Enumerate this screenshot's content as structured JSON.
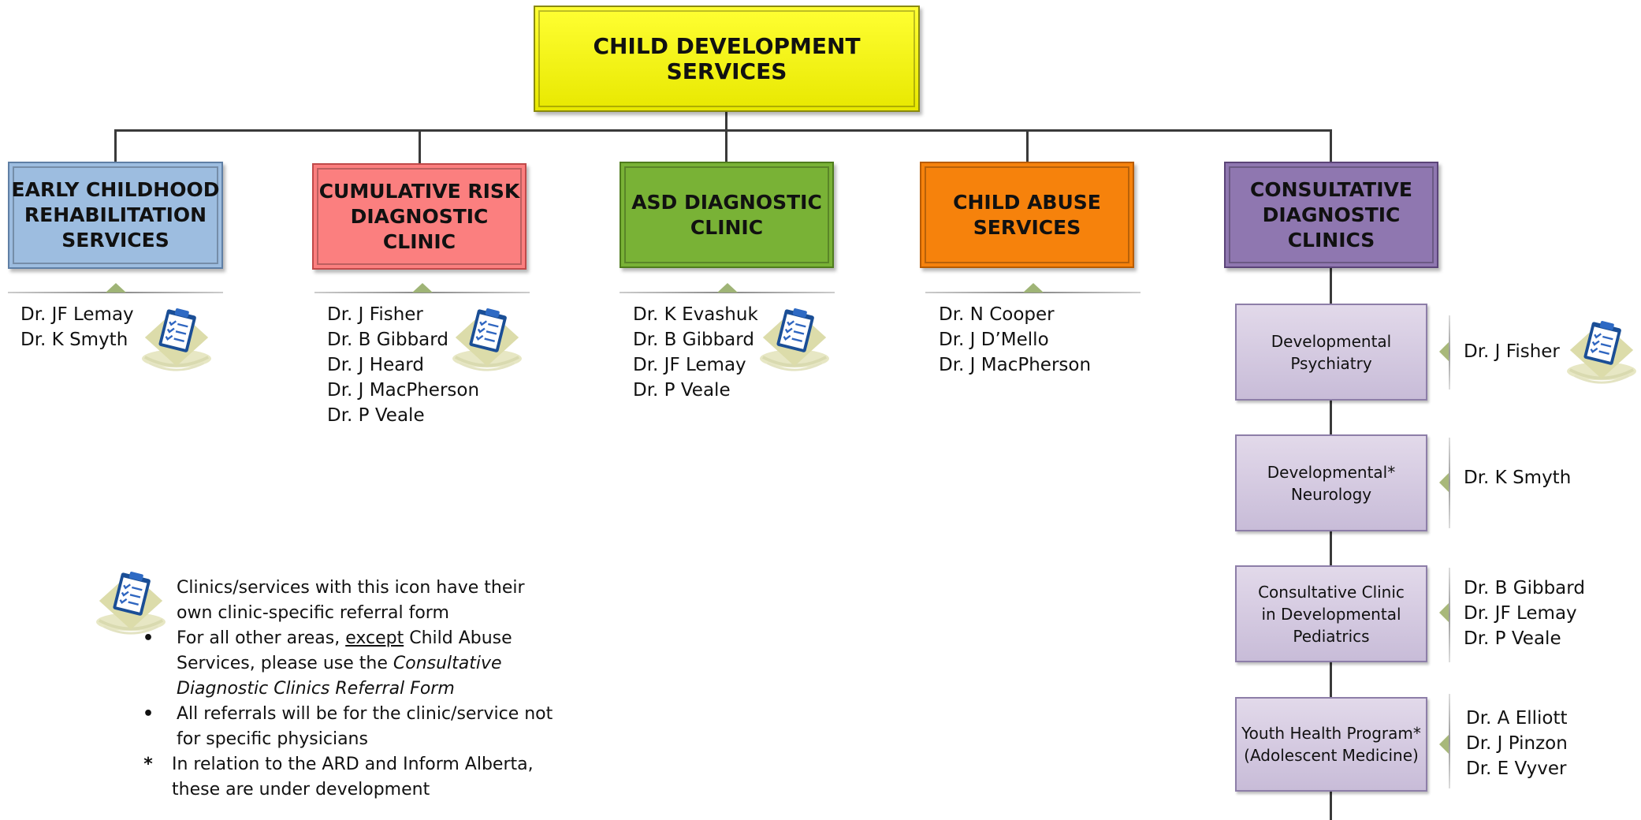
{
  "top": {
    "title": "CHILD DEVELOPMENT SERVICES"
  },
  "departments": [
    {
      "title": "EARLY CHILDHOOD\nREHABILITATION\nSERVICES",
      "physicians": [
        "Dr. JF Lemay",
        "Dr. K Smyth"
      ],
      "has_referral_icon": true,
      "color": "#9dbde0"
    },
    {
      "title": "CUMULATIVE RISK\nDIAGNOSTIC CLINIC",
      "physicians": [
        "Dr. J Fisher",
        "Dr. B Gibbard",
        "Dr. J Heard",
        "Dr. J MacPherson",
        "Dr. P Veale"
      ],
      "has_referral_icon": true,
      "color": "#fb7f7f"
    },
    {
      "title": "ASD DIAGNOSTIC\nCLINIC",
      "physicians": [
        "Dr. K Evashuk",
        "Dr. B Gibbard",
        "Dr. JF Lemay",
        "Dr. P Veale"
      ],
      "has_referral_icon": true,
      "color": "#79b236"
    },
    {
      "title": "CHILD ABUSE\nSERVICES",
      "physicians": [
        "Dr. N Cooper",
        "Dr. J D’Mello",
        "Dr. J MacPherson"
      ],
      "has_referral_icon": false,
      "color": "#f6820c"
    },
    {
      "title": "CONSULTATIVE\nDIAGNOSTIC CLINICS",
      "color": "#8f77b0"
    }
  ],
  "clinics": [
    {
      "title": "Developmental\nPsychiatry",
      "physicians": [
        "Dr. J Fisher"
      ],
      "has_referral_icon": true
    },
    {
      "title": "Developmental*\nNeurology",
      "physicians": [
        "Dr. K Smyth"
      ],
      "has_referral_icon": false
    },
    {
      "title": "Consultative Clinic\nin Developmental\nPediatrics",
      "physicians": [
        "Dr. B Gibbard",
        "Dr. JF Lemay",
        "Dr. P Veale"
      ],
      "has_referral_icon": false
    },
    {
      "title": "Youth Health Program*\n(Adolescent Medicine)",
      "physicians": [
        "Dr. A Elliott",
        "Dr. J Pinzon",
        "Dr. E Vyver"
      ],
      "has_referral_icon": false
    }
  ],
  "legend": {
    "icon_line1": "Clinics/services with this icon have their",
    "icon_line2": "own clinic-specific referral form",
    "b1_l1_pre": "For all other areas,",
    "b1_l1_u": "except",
    "b1_l1_post": "Child Abuse",
    "b1_l2_pre": "Services, please use the",
    "b1_l2_it": "Consultative",
    "b1_l3_it": "Diagnostic Clinics Referral Form",
    "b2_l1": "All referrals will be for the clinic/service not",
    "b2_l2": "for specific physicians",
    "b3_marker": "*",
    "b3_l1": "In relation to the ARD and Inform Alberta,",
    "b3_l2": "these are under development"
  },
  "icons": {
    "referral_form": "clipboard-checklist-icon",
    "bullet": "bullet-dot-icon"
  }
}
